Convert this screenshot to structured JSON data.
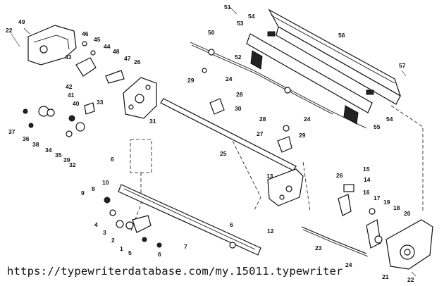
{
  "diagram": {
    "watermark": "https://typewriterdatabase.com/my.15011.typewriter",
    "callouts": [
      "1",
      "2",
      "3",
      "4",
      "5",
      "6",
      "7",
      "8",
      "9",
      "10",
      "12",
      "13",
      "14",
      "15",
      "16",
      "17",
      "18",
      "19",
      "20",
      "21",
      "22",
      "23",
      "24",
      "25",
      "26",
      "27",
      "28",
      "29",
      "30",
      "31",
      "32",
      "33",
      "34",
      "35",
      "36",
      "37",
      "38",
      "39",
      "40",
      "41",
      "42",
      "43",
      "44",
      "45",
      "46",
      "47",
      "48",
      "49",
      "50",
      "51",
      "52",
      "53",
      "54",
      "55",
      "56",
      "57"
    ]
  }
}
